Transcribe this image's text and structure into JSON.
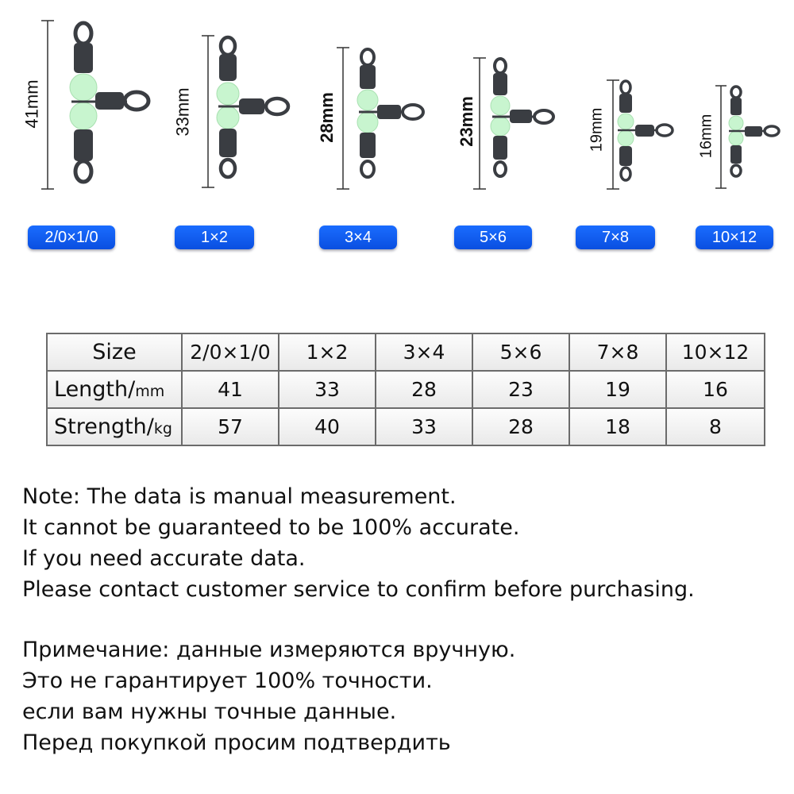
{
  "swivels": [
    {
      "dimension": "41mm",
      "size": "2/0×1/0"
    },
    {
      "dimension": "33mm",
      "size": "1×2"
    },
    {
      "dimension": "28mm",
      "size": "3×4"
    },
    {
      "dimension": "23mm",
      "size": "5×6"
    },
    {
      "dimension": "19mm",
      "size": "7×8"
    },
    {
      "dimension": "16mm",
      "size": "10×12"
    }
  ],
  "table": {
    "size_header": "Size",
    "length_label": "Length/",
    "length_unit": "mm",
    "strength_label": "Strength/",
    "strength_unit": "kg",
    "sizes": [
      "2/0×1/0",
      "1×2",
      "3×4",
      "5×6",
      "7×8",
      "10×12"
    ],
    "lengths": [
      "41",
      "33",
      "28",
      "23",
      "19",
      "16"
    ],
    "strengths": [
      "57",
      "40",
      "33",
      "28",
      "18",
      "8"
    ]
  },
  "notes_en": [
    "Note: The data is manual measurement.",
    "It cannot be guaranteed to be 100% accurate.",
    "If you need accurate data.",
    "Please contact customer service to confirm before purchasing."
  ],
  "notes_ru": [
    "Примечание: данные измеряются вручную.",
    "Это не гарантирует 100% точности.",
    "если вам нужны точные данные.",
    "Перед покупкой просим подтвердить"
  ],
  "colors": {
    "badge": "#0a4fe0",
    "bead": "#c8f5cf",
    "metal": "#3a3d42"
  }
}
